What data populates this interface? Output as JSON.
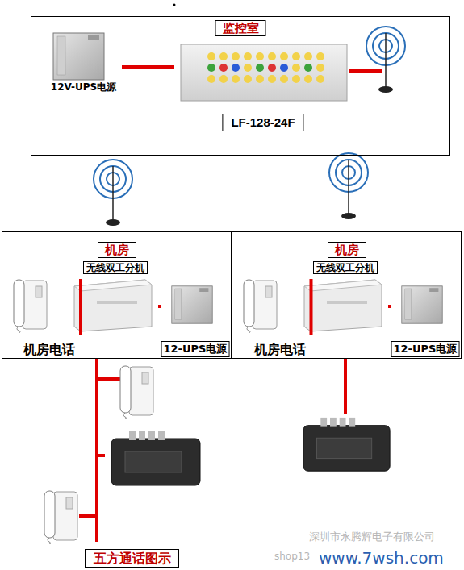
{
  "diagram": {
    "nodes": [
      {
        "text": [
          "监控室"
        ]
      },
      {
        "text": [
          "12V-UPS电源"
        ],
        "in": 0
      },
      {
        "text": [
          "LF-128-24F"
        ],
        "in": 0
      },
      {
        "text": [
          "机房"
        ]
      },
      {
        "text": [
          "无线双工分机"
        ],
        "in": 3
      },
      {
        "text": [
          "机房电话"
        ],
        "in": 3
      },
      {
        "text": [
          "12-UPS电源"
        ],
        "in": 3
      },
      {
        "text": [
          "机房"
        ]
      },
      {
        "text": [
          "无线双工分机"
        ],
        "in": 7
      },
      {
        "text": [
          "机房电话"
        ],
        "in": 7
      },
      {
        "text": [
          "12-UPS电源"
        ],
        "in": 7
      }
    ],
    "edges": [
      {
        "from": 1,
        "to": 2,
        "arrow": "none"
      },
      {
        "from": 5,
        "to": 4,
        "arrow": "none"
      },
      {
        "from": 4,
        "to": 6,
        "arrow": "none"
      },
      {
        "from": 9,
        "to": 8,
        "arrow": "none"
      },
      {
        "from": 8,
        "to": 10,
        "arrow": "none"
      }
    ],
    "labels": [
      "五方通话图示",
      "深圳市永腾辉电子有限公司",
      "shop13",
      "www.7wsh.com"
    ]
  }
}
